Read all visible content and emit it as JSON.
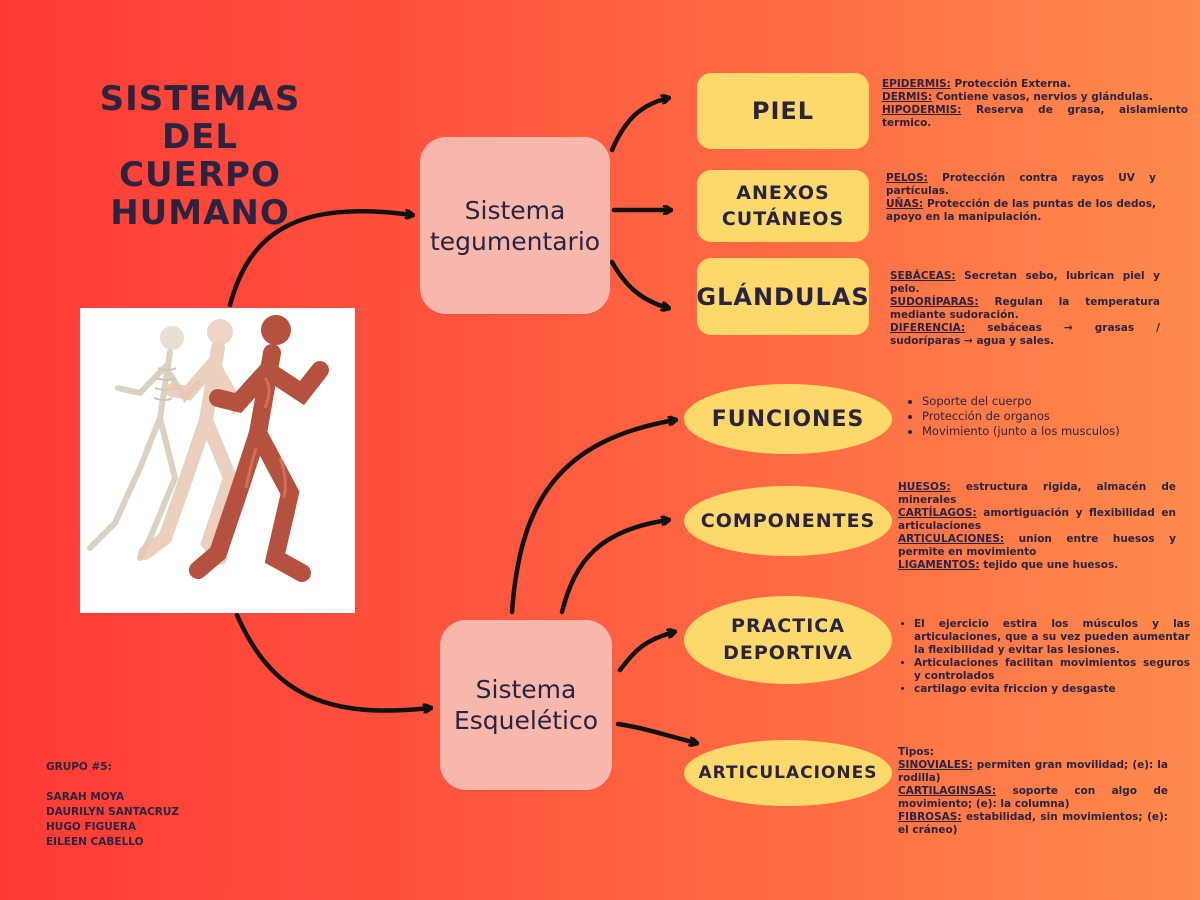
{
  "title": [
    "SISTEMAS DEL",
    "CUERPO",
    "HUMANO"
  ],
  "hubs": {
    "tegumentario": [
      "Sistema",
      "tegumentario"
    ],
    "esqueletico": [
      "Sistema",
      "Esquelético"
    ]
  },
  "tegumentario": {
    "piel": {
      "label": "PIEL",
      "items": [
        {
          "key": "EPIDERMIS:",
          "text": "Protección Externa."
        },
        {
          "key": "DERMIS:",
          "text": "Contiene vasos, nervios y glándulas."
        },
        {
          "key": "HIPODERMIS:",
          "text": "Reserva de grasa, aislamiento termico."
        }
      ]
    },
    "anexos": {
      "label": [
        "ANEXOS",
        "CUTÁNEOS"
      ],
      "items": [
        {
          "key": "PELOS:",
          "text": "Protección contra rayos UV y partículas."
        },
        {
          "key": "UÑAS:",
          "text": "Protección de las puntas de los dedos, apoyo en la manipulación."
        }
      ]
    },
    "glandulas": {
      "label": "GLÁNDULAS",
      "items": [
        {
          "key": "SEBÁCEAS:",
          "text": "Secretan sebo, lubrican piel y pelo."
        },
        {
          "key": "SUDORÍPARAS:",
          "text": "Regulan la temperatura mediante sudoración."
        },
        {
          "key": "DIFERENCIA:",
          "text": "sebáceas → grasas / sudoríparas → agua y sales."
        }
      ]
    }
  },
  "esqueletico": {
    "funciones": {
      "label": "FUNCIONES",
      "items": [
        "Soporte del cuerpo",
        "Protección de organos",
        "Movimiento (junto a los musculos)"
      ]
    },
    "componentes": {
      "label": "COMPONENTES",
      "items": [
        {
          "key": "HUESOS:",
          "text": "estructura rigida, almacén de minerales"
        },
        {
          "key": "CARTÍLAGOS:",
          "text": "amortiguación y flexibilidad en articulaciones"
        },
        {
          "key": "ARTICULACIONES:",
          "text": "union entre huesos y permite en movimiento"
        },
        {
          "key": "LIGAMENTOS:",
          "text": "tejido que une huesos."
        }
      ]
    },
    "practica": {
      "label": [
        "PRACTICA",
        "DEPORTIVA"
      ],
      "items": [
        "El ejercicio estira los músculos y las articulaciones, que a su vez pueden aumentar la flexibilidad y evitar las lesiones.",
        "Articulaciones facilitan movimientos seguros y controlados",
        "cartilago evita friccion y desgaste"
      ]
    },
    "articulaciones": {
      "label": "ARTICULACIONES",
      "intro": "Tipos:",
      "items": [
        {
          "key": "SINOVIALES:",
          "text": "permiten gran movilidad; (e): la rodilla)"
        },
        {
          "key": "CARTILAGINSAS:",
          "text": "soporte con algo de movimiento; (e): la columna)"
        },
        {
          "key": "FIBROSAS:",
          "text": "estabilidad, sin movimientos; (e): el cráneo)"
        }
      ]
    }
  },
  "group": {
    "heading": "GRUPO #5:",
    "members": [
      "SARAH MOYA",
      "DAURILYN SANTACRUZ",
      "HUGO FIGUERA",
      "EILEEN CABELLO"
    ]
  },
  "colors": {
    "box_yellow": "#fdd86b",
    "hub_pink": "#f7b7ac",
    "text_dark": "#2b2440",
    "arrow": "#111111"
  }
}
